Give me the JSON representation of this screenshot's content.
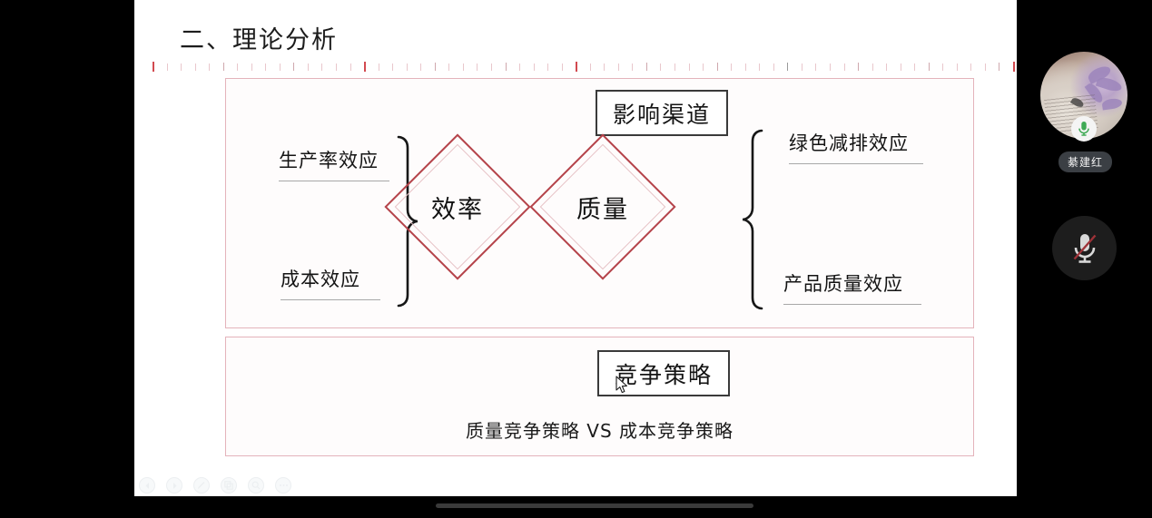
{
  "slide": {
    "title": "二、理论分析",
    "ruler": {
      "total_ticks": 62,
      "major_tick_indices": [
        0,
        15,
        30,
        45,
        61
      ]
    },
    "top_panel": {
      "header_box": "影响渠道",
      "left_labels": [
        "生产率效应",
        "成本效应"
      ],
      "right_labels": [
        "绿色减排效应",
        "产品质量效应"
      ],
      "diamonds": [
        "效率",
        "质量"
      ]
    },
    "bottom_panel": {
      "header_box": "竞争策略",
      "comparison": "质量竞争策略  VS  成本竞争策略"
    }
  },
  "toolbar": {
    "buttons": [
      {
        "name": "previous-icon",
        "glyph": "◁"
      },
      {
        "name": "next-icon",
        "glyph": "▷"
      },
      {
        "name": "pen-icon",
        "glyph": "✎"
      },
      {
        "name": "duplicate-icon",
        "glyph": "❐"
      },
      {
        "name": "search-icon",
        "glyph": "🔍"
      },
      {
        "name": "more-icon",
        "glyph": "•••"
      }
    ]
  },
  "rail": {
    "participant_name": "綦建红",
    "mic_badge": "mic-active",
    "mic_button_state": "muted"
  },
  "colors": {
    "panel_border": "#e4b3bb",
    "diamond_outer": "#b5434a",
    "diamond_inner": "#e6c2c6",
    "ruler_major": "#d24a50",
    "box_border": "#3a3a3a",
    "rail_bg": "#000000",
    "name_chip_bg": "#3b3f44"
  }
}
